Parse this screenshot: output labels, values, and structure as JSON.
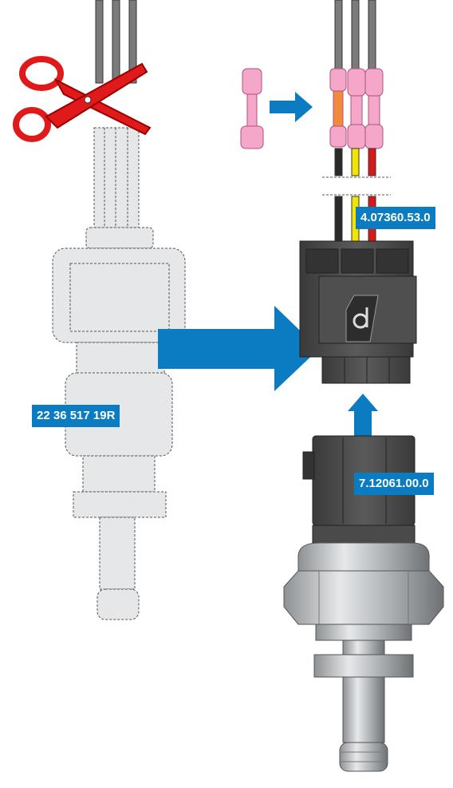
{
  "labels": {
    "old_sensor_part": "22 36 517 19R",
    "connector_part": "4.07360.53.0",
    "new_sensor_part": "7.12061.00.0"
  },
  "colors": {
    "accent_blue": "#0b7cc1",
    "wire_grey": "#7b7b7b",
    "wire_black": "#2a2a2a",
    "wire_yellow": "#f2e600",
    "wire_red": "#d61a1a",
    "butt_connector_pink": "#f4a7c9",
    "scissors_red": "#e01a1a",
    "connector_dark": "#4a4a4a",
    "sensor_silver": "#c8cacc"
  },
  "icons": [
    "scissors-icon",
    "brand-logo-icon",
    "arrow-right-icon",
    "arrow-up-icon"
  ]
}
